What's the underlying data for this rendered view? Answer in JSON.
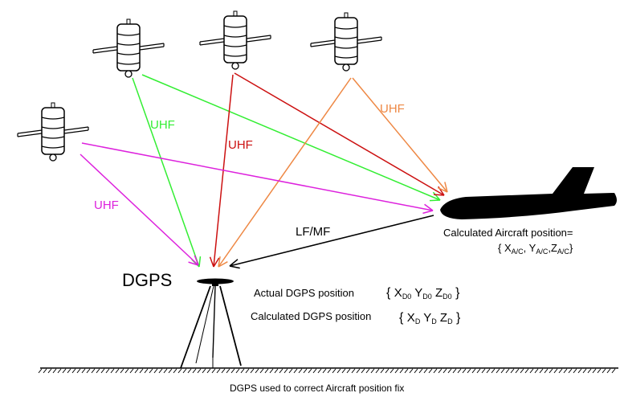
{
  "labels": {
    "uhf": "UHF",
    "lfmf": "LF/MF",
    "dgps": "DGPS",
    "aircraft_calc": "Calculated Aircraft position=",
    "actual_dgps": "Actual DGPS position",
    "calculated_dgps": "Calculated DGPS position",
    "caption": "DGPS used to correct Aircraft position fix"
  },
  "aircraft_coords": {
    "x": "X",
    "x_sub": "A/C",
    "y": "Y",
    "y_sub": "A/C",
    "z": "Z",
    "z_sub": "A/C"
  },
  "actual_coords": {
    "x": "X",
    "x_sub": "D0",
    "y": "Y",
    "y_sub": "D0",
    "z": "Z",
    "z_sub": "D0"
  },
  "calc_coords": {
    "x": "X",
    "x_sub": "D",
    "y": "Y",
    "y_sub": "D",
    "z": "Z",
    "z_sub": "D"
  },
  "colors": {
    "green": "#33ee33",
    "red": "#cc1111",
    "orange": "#ee8844",
    "magenta": "#dd22dd",
    "black": "#000000"
  }
}
